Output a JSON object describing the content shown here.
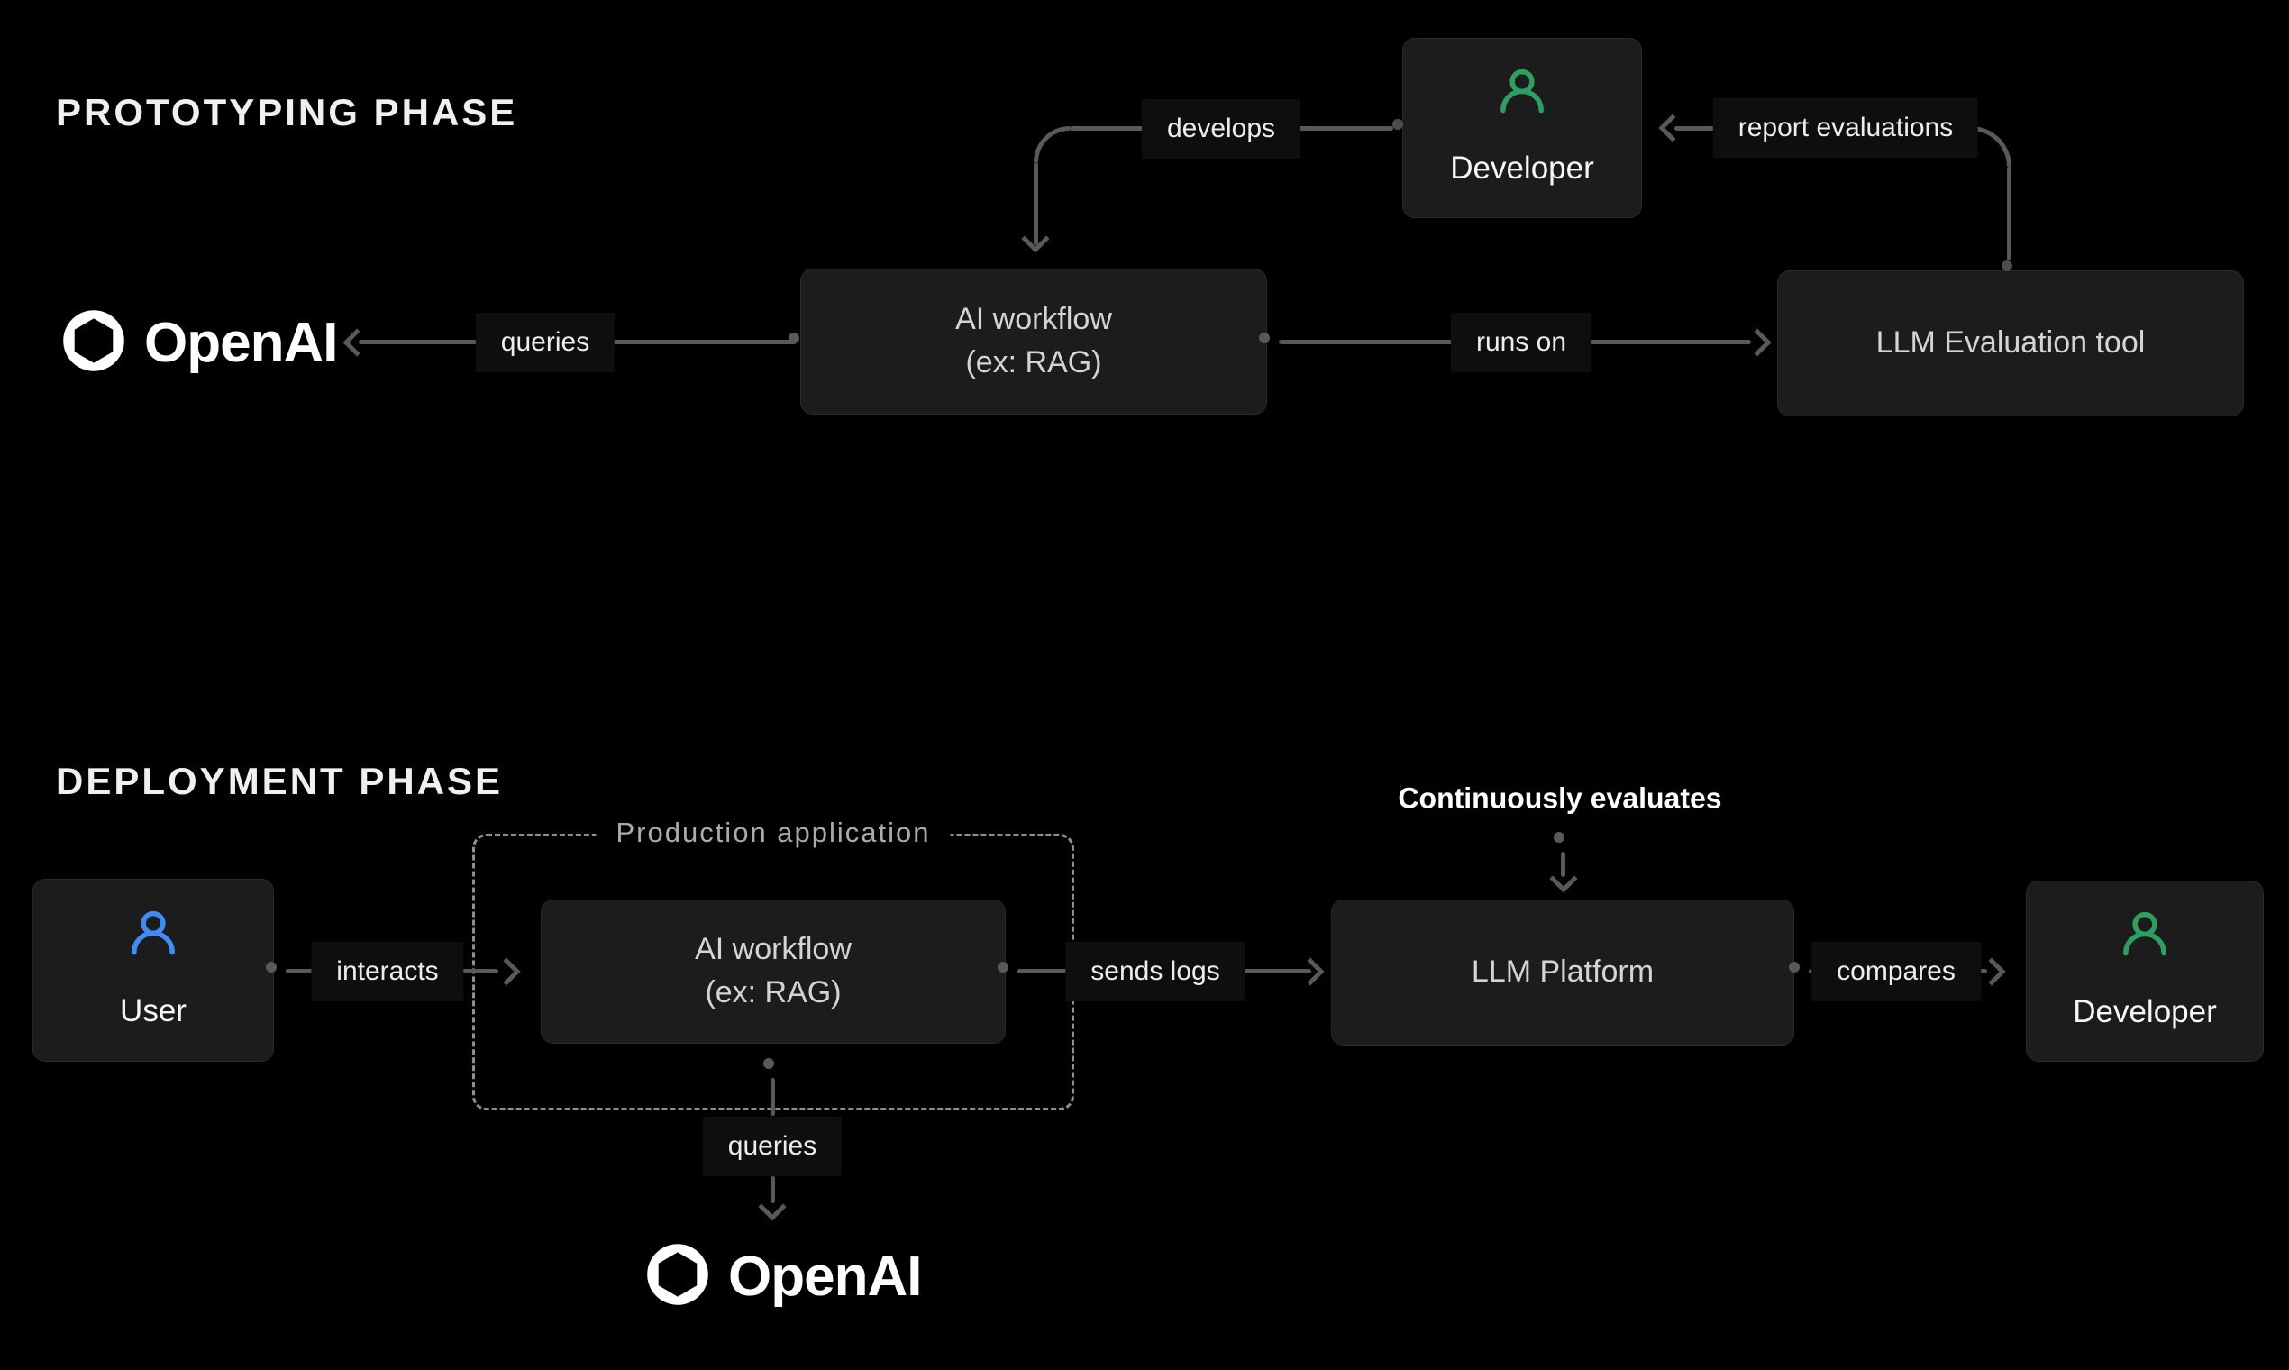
{
  "diagram": {
    "prototyping": {
      "title": "PROTOTYPING PHASE",
      "nodes": {
        "developer": {
          "label": "Developer",
          "icon": "person-icon",
          "icon_color": "#2ba15f"
        },
        "ai_workflow": {
          "title": "AI workflow",
          "subtitle": "(ex: RAG)"
        },
        "llm_evaluation_tool": {
          "label": "LLM Evaluation tool"
        },
        "openai": {
          "wordmark": "OpenAI",
          "icon": "openai-flower-icon"
        }
      },
      "edges": {
        "develops": {
          "label": "develops"
        },
        "queries": {
          "label": "queries"
        },
        "runs_on": {
          "label": "runs on"
        },
        "report_evaluations": {
          "label": "report evaluations"
        }
      }
    },
    "deployment": {
      "title": "DEPLOYMENT PHASE",
      "nodes": {
        "user": {
          "label": "User",
          "icon": "person-icon",
          "icon_color": "#3e8df5"
        },
        "production_application": {
          "title": "Production application"
        },
        "ai_workflow": {
          "title": "AI workflow",
          "subtitle": "(ex: RAG)"
        },
        "llm_platform": {
          "label": "LLM Platform"
        },
        "developer": {
          "label": "Developer",
          "icon": "person-icon",
          "icon_color": "#2ba15f"
        },
        "openai": {
          "wordmark": "OpenAI",
          "icon": "openai-flower-icon"
        }
      },
      "edges": {
        "interacts": {
          "label": "interacts"
        },
        "sends_logs": {
          "label": "sends logs"
        },
        "compares": {
          "label": "compares"
        },
        "continuously_evaluates": {
          "label": "Continuously evaluates"
        },
        "queries": {
          "label": "queries"
        }
      }
    },
    "colors": {
      "background": "#000000",
      "node_fill": "#1c1c1d",
      "connector": "#595959",
      "dashed_border": "#8f8f8f",
      "label_chip_bg": "#0e0e0e",
      "node_text": "#d4d4d4",
      "bright_text": "#f7f7f7",
      "developer_icon_green": "#2ba15f",
      "user_icon_blue": "#3e8df5"
    }
  }
}
